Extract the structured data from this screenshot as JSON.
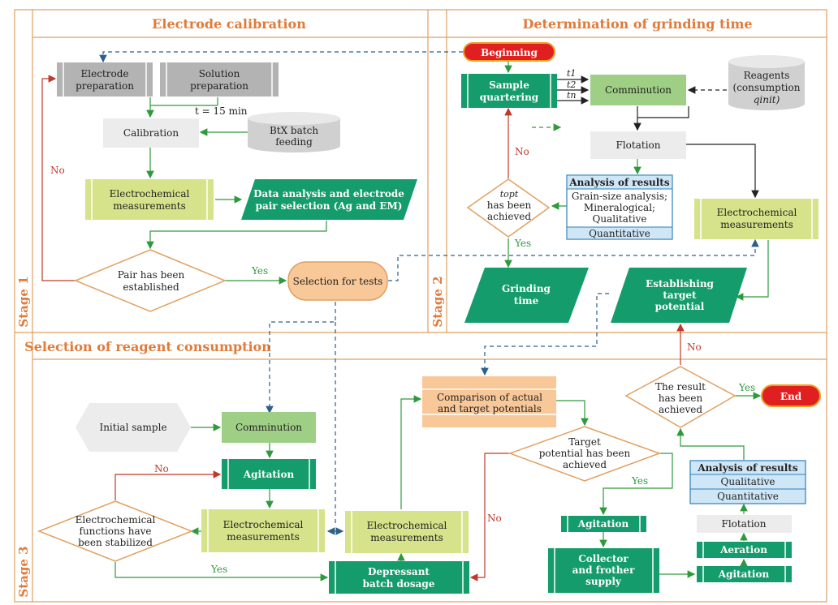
{
  "stages": {
    "stage1": "Stage 1",
    "stage2": "Stage 2",
    "stage3": "Stage 3"
  },
  "sections": {
    "electrode_calibration": "Electrode calibration",
    "grinding_time": "Determination of grinding time",
    "reagent_consumption": "Selection of reagent consumption"
  },
  "stage1": {
    "electrode_preparation": [
      "Electrode",
      "preparation"
    ],
    "solution_preparation": [
      "Solution",
      "preparation"
    ],
    "time": "t = 15 min",
    "calibration": "Calibration",
    "btx_feeding": [
      "BtX batch",
      "feeding"
    ],
    "electrochemical_measurements": [
      "Electrochemical",
      "measurements"
    ],
    "data_analysis": [
      "Data analysis and electrode",
      "pair selection (Ag and EM)"
    ],
    "pair_established": [
      "Pair has been",
      "established"
    ],
    "selection_for_tests": "Selection for tests",
    "yes": "Yes",
    "no": "No"
  },
  "stage2": {
    "beginning": "Beginning",
    "sample_quartering": [
      "Sample",
      "quartering"
    ],
    "t1": "t1",
    "t2": "t2",
    "tn": "tn",
    "comminution": "Comminution",
    "reagents": [
      "Reagents",
      "(consumption",
      "qinit)"
    ],
    "flotation": "Flotation",
    "analysis_title": "Analysis of results",
    "analysis_items": [
      "Grain-size analysis;",
      "Mineralogical;",
      "Qualitative"
    ],
    "analysis_quantitative": "Quantitative",
    "topt_achieved": [
      "topt",
      "has been",
      "achieved"
    ],
    "electrochemical_measurements": [
      "Electrochemical",
      "measurements"
    ],
    "grinding_time": [
      "Grinding",
      "time"
    ],
    "establishing_target": [
      "Establishing",
      "target",
      "potential"
    ],
    "yes": "Yes",
    "no": "No"
  },
  "stage3": {
    "initial_sample": "Initial sample",
    "comminution": "Comminution",
    "agitation": "Agitation",
    "electrochemical_measurements_left": [
      "Electrochemical",
      "measurements"
    ],
    "functions_stabilized": [
      "Electrochemical",
      "functions have",
      "been stabilized"
    ],
    "electrochemical_measurements_right": [
      "Electrochemical",
      "measurements"
    ],
    "depressant_dosage": [
      "Depressant",
      "batch dosage"
    ],
    "comparison": [
      "Comparison of actual",
      "and target potentials"
    ],
    "target_achieved": [
      "Target",
      "potential has been",
      "achieved"
    ],
    "agitation2": "Agitation",
    "collector_supply": [
      "Collector",
      "and frother",
      "supply"
    ],
    "agitation3": "Agitation",
    "aeration": "Aeration",
    "flotation": "Flotation",
    "analysis_title": "Analysis of results",
    "analysis_qualitative": "Qualitative",
    "analysis_quantitative": "Quantitative",
    "result_achieved": [
      "The result",
      "has been",
      "achieved"
    ],
    "end": "End",
    "yes_left": "Yes",
    "no_left": "No",
    "yes_target": "Yes",
    "no_target": "No",
    "yes_result": "Yes",
    "no_result": "No"
  }
}
